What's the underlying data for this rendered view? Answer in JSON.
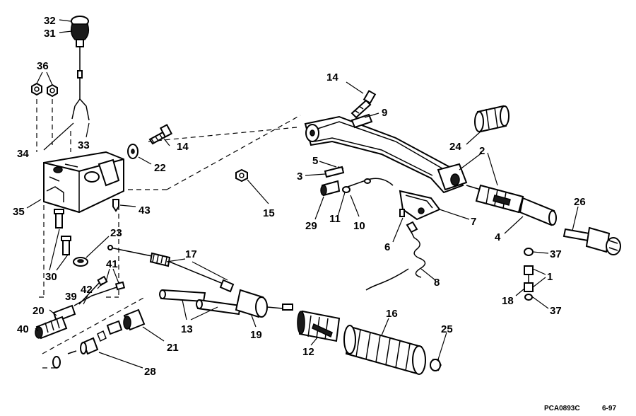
{
  "figure": {
    "code": "PCA0893C",
    "date": "6-97"
  },
  "callouts": [
    {
      "id": "c32",
      "text": "32"
    },
    {
      "id": "c31",
      "text": "31"
    },
    {
      "id": "c36",
      "text": "36"
    },
    {
      "id": "c33",
      "text": "33"
    },
    {
      "id": "c34",
      "text": "34"
    },
    {
      "id": "c14a",
      "text": "14"
    },
    {
      "id": "c22",
      "text": "22"
    },
    {
      "id": "c35",
      "text": "35"
    },
    {
      "id": "c43",
      "text": "43"
    },
    {
      "id": "c23",
      "text": "23"
    },
    {
      "id": "c30",
      "text": "30"
    },
    {
      "id": "c41",
      "text": "41"
    },
    {
      "id": "c42",
      "text": "42"
    },
    {
      "id": "c39",
      "text": "39"
    },
    {
      "id": "c20",
      "text": "20"
    },
    {
      "id": "c40",
      "text": "40"
    },
    {
      "id": "c21",
      "text": "21"
    },
    {
      "id": "c28",
      "text": "28"
    },
    {
      "id": "c13",
      "text": "13"
    },
    {
      "id": "c17",
      "text": "17"
    },
    {
      "id": "c19",
      "text": "19"
    },
    {
      "id": "c12",
      "text": "12"
    },
    {
      "id": "c16",
      "text": "16"
    },
    {
      "id": "c25",
      "text": "25"
    },
    {
      "id": "c14b",
      "text": "14"
    },
    {
      "id": "c9",
      "text": "9"
    },
    {
      "id": "c24",
      "text": "24"
    },
    {
      "id": "c2",
      "text": "2"
    },
    {
      "id": "c5",
      "text": "5"
    },
    {
      "id": "c3",
      "text": "3"
    },
    {
      "id": "c15",
      "text": "15"
    },
    {
      "id": "c29",
      "text": "29"
    },
    {
      "id": "c11",
      "text": "11"
    },
    {
      "id": "c10",
      "text": "10"
    },
    {
      "id": "c7",
      "text": "7"
    },
    {
      "id": "c6",
      "text": "6"
    },
    {
      "id": "c8",
      "text": "8"
    },
    {
      "id": "c4",
      "text": "4"
    },
    {
      "id": "c26",
      "text": "26"
    },
    {
      "id": "c37a",
      "text": "37"
    },
    {
      "id": "c1",
      "text": "1"
    },
    {
      "id": "c18",
      "text": "18"
    },
    {
      "id": "c37b",
      "text": "37"
    }
  ]
}
